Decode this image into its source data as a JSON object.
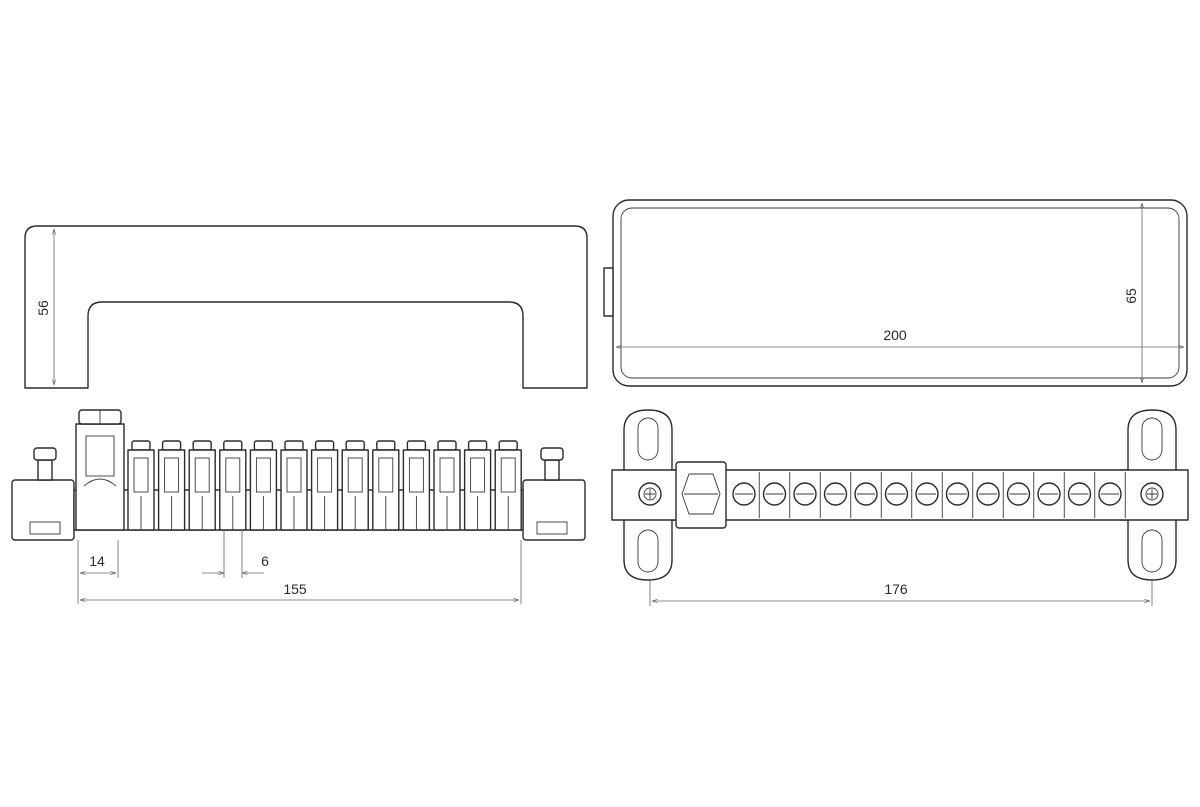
{
  "drawing": {
    "views": [
      {
        "view": "front view of cover"
      },
      {
        "view": "top view of cover"
      },
      {
        "view": "front view of terminal bar"
      },
      {
        "view": "top view of terminal bar"
      }
    ],
    "dimensions": {
      "cover_height": "56",
      "cover_length": "200",
      "cover_width": "65",
      "mount_offset": "14",
      "terminal_pitch": "6",
      "bar_length": "155",
      "mount_hole_spacing": "176"
    },
    "terminal_count": 13,
    "line_color": "#2b2b2b"
  }
}
